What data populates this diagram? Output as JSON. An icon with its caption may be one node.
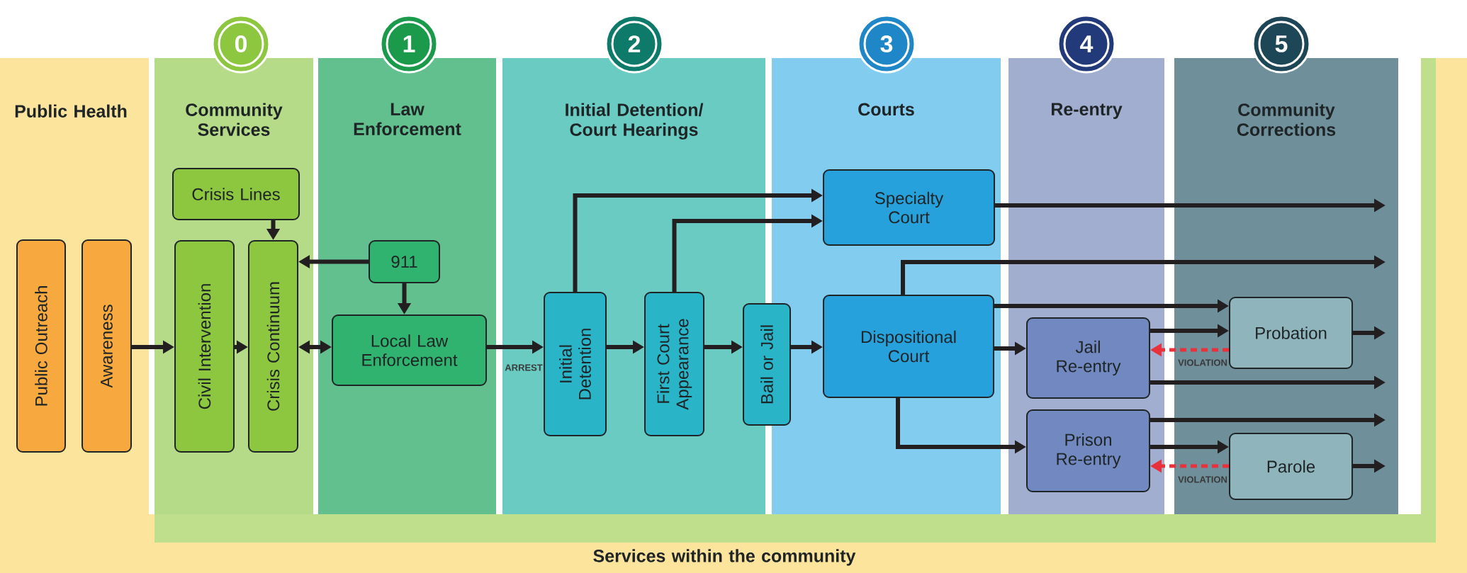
{
  "diagram": {
    "nodes": [
      {
        "text": [
          "Public Health"
        ]
      },
      {
        "text": [
          "Public Outreach"
        ],
        "in": 0
      },
      {
        "text": [
          "Awareness"
        ],
        "in": 0
      },
      {
        "text": [
          "Services within the community"
        ],
        "in": 0
      },
      {
        "text": [
          "0"
        ]
      },
      {
        "text": [
          "Community Services"
        ],
        "in": 3
      },
      {
        "text": [
          "Crisis Lines"
        ],
        "in": 5
      },
      {
        "text": [
          "Civil Intervention"
        ],
        "in": 5
      },
      {
        "text": [
          "Crisis Continuum"
        ],
        "in": 5
      },
      {
        "text": [
          "1"
        ]
      },
      {
        "text": [
          "Law Enforcement"
        ],
        "in": 3
      },
      {
        "text": [
          "911"
        ],
        "in": 10
      },
      {
        "text": [
          "Local Law Enforcement"
        ],
        "in": 10
      },
      {
        "text": [
          "2"
        ]
      },
      {
        "text": [
          "Initial Detention/ Court Hearings"
        ],
        "in": 3
      },
      {
        "text": [
          "Initial Detention"
        ],
        "in": 14
      },
      {
        "text": [
          "First Court Appearance"
        ],
        "in": 14
      },
      {
        "text": [
          "Bail or Jail"
        ],
        "in": 3
      },
      {
        "text": [
          "3"
        ]
      },
      {
        "text": [
          "Courts"
        ],
        "in": 3
      },
      {
        "text": [
          "Specialty Court"
        ],
        "in": 19
      },
      {
        "text": [
          "Dispositional Court"
        ],
        "in": 19
      },
      {
        "text": [
          "4"
        ]
      },
      {
        "text": [
          "Re-entry"
        ],
        "in": 3
      },
      {
        "text": [
          "Jail Re-entry"
        ],
        "in": 23
      },
      {
        "text": [
          "Prison Re-entry"
        ],
        "in": 23
      },
      {
        "text": [
          "5"
        ]
      },
      {
        "text": [
          "Community Corrections"
        ],
        "in": 3
      },
      {
        "text": [
          "Probation"
        ],
        "in": 27
      },
      {
        "text": [
          "Parole"
        ],
        "in": 27
      }
    ],
    "edges": [
      {
        "from": 2,
        "to": 7,
        "arrow": "to"
      },
      {
        "from": 7,
        "to": 8,
        "arrow": "to"
      },
      {
        "from": 6,
        "to": 8,
        "arrow": "to"
      },
      {
        "from": 11,
        "to": 8,
        "arrow": "to"
      },
      {
        "from": 11,
        "to": 12,
        "arrow": "to"
      },
      {
        "from": 8,
        "to": 12,
        "arrow": "both"
      },
      {
        "from": 12,
        "to": 15,
        "arrow": "to",
        "label": "ARREST"
      },
      {
        "from": 15,
        "to": 20,
        "arrow": "to"
      },
      {
        "from": 16,
        "to": 20,
        "arrow": "to"
      },
      {
        "from": 15,
        "to": 16,
        "arrow": "to"
      },
      {
        "from": 16,
        "to": 17,
        "arrow": "to"
      },
      {
        "from": 17,
        "to": 21,
        "arrow": "to"
      },
      {
        "from": 20,
        "to": 27,
        "arrow": "to"
      },
      {
        "from": 21,
        "to": 27,
        "arrow": "to"
      },
      {
        "from": 21,
        "to": 28,
        "arrow": "to"
      },
      {
        "from": 21,
        "to": 24,
        "arrow": "to"
      },
      {
        "from": 21,
        "to": 25,
        "arrow": "to"
      },
      {
        "from": 24,
        "to": 28,
        "arrow": "to"
      },
      {
        "from": 28,
        "to": 24,
        "arrow": "to",
        "label": "VIOLATION",
        "style": "dashed",
        "color": "#e8313a"
      },
      {
        "from": 24,
        "to": 27,
        "arrow": "to"
      },
      {
        "from": 25,
        "to": 27,
        "arrow": "to"
      },
      {
        "from": 25,
        "to": 29,
        "arrow": "to"
      },
      {
        "from": 29,
        "to": 25,
        "arrow": "to",
        "label": "VIOLATION",
        "style": "dashed",
        "color": "#e8313a"
      },
      {
        "from": 28,
        "to": 27,
        "arrow": "to"
      },
      {
        "from": 29,
        "to": 27,
        "arrow": "to"
      }
    ]
  }
}
